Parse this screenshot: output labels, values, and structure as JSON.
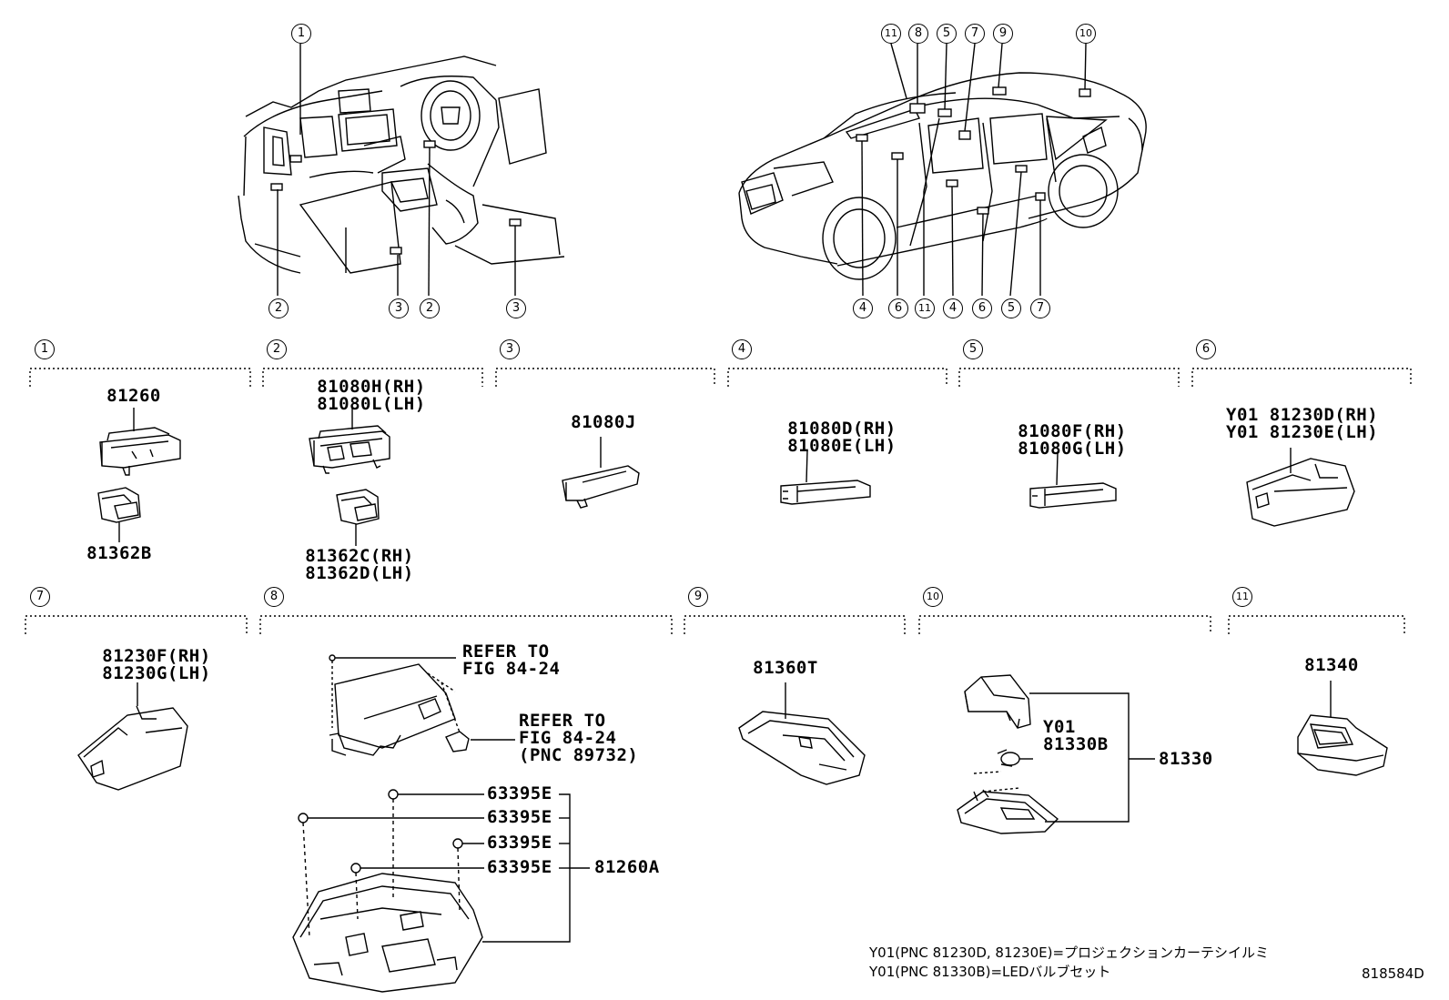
{
  "callouts": {
    "dash_top": [
      "1"
    ],
    "dash_bottom": [
      "2",
      "3",
      "2",
      "3"
    ],
    "car_top": [
      "11",
      "8",
      "5",
      "7",
      "9",
      "10"
    ],
    "car_bottom": [
      "4",
      "6",
      "11",
      "4",
      "6",
      "5",
      "7"
    ]
  },
  "sections": [
    {
      "num": "1",
      "parts": [
        "81260",
        "81362B"
      ]
    },
    {
      "num": "2",
      "parts": [
        "81080H(RH)\n81080L(LH)",
        "81362C(RH)\n81362D(LH)"
      ]
    },
    {
      "num": "3",
      "parts": [
        "81080J"
      ]
    },
    {
      "num": "4",
      "parts": [
        "81080D(RH)\n81080E(LH)"
      ]
    },
    {
      "num": "5",
      "parts": [
        "81080F(RH)\n81080G(LH)"
      ]
    },
    {
      "num": "6",
      "parts": [
        "Y01 81230D(RH)\nY01 81230E(LH)"
      ]
    },
    {
      "num": "7",
      "parts": [
        "81230F(RH)\n81230G(LH)"
      ]
    },
    {
      "num": "8",
      "parts": [
        "REFER TO\nFIG 84-24",
        "REFER TO\nFIG 84-24\n(PNC 89732)",
        "63395E",
        "63395E",
        "63395E",
        "63395E",
        "81260A"
      ]
    },
    {
      "num": "9",
      "parts": [
        "81360T"
      ]
    },
    {
      "num": "10",
      "parts": [
        "Y01\n81330B",
        "81330"
      ]
    },
    {
      "num": "11",
      "parts": [
        "81340"
      ]
    }
  ],
  "notes": [
    "Y01(PNC 81230D, 81230E)=プロジェクションカーテシイルミ",
    "Y01(PNC 81330B)=LEDバルブセット"
  ],
  "figure_id": "818584D"
}
